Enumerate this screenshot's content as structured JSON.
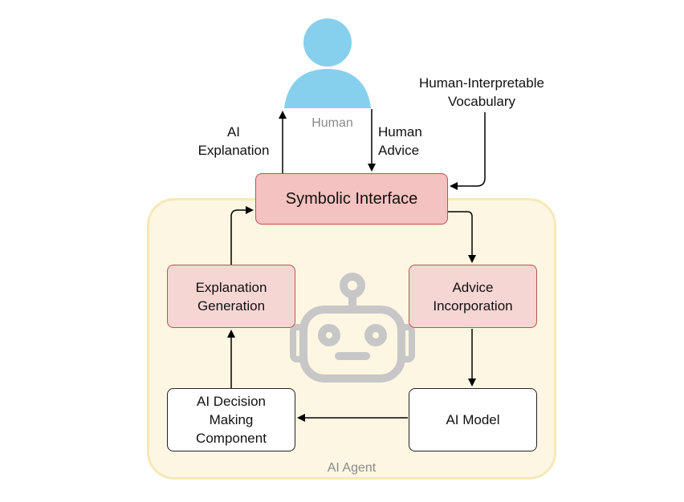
{
  "diagram": {
    "human": {
      "label": "Human"
    },
    "vocabulary_label": "Human-Interpretable\nVocabulary",
    "ai_explanation_label": "AI\nExplanation",
    "human_advice_label": "Human\nAdvice",
    "symbolic_interface": "Symbolic Interface",
    "explanation_generation": "Explanation\nGeneration",
    "advice_incorporation": "Advice\nIncorporation",
    "decision_making": "AI Decision\nMaking\nComponent",
    "ai_model": "AI Model",
    "agent_label": "AI Agent"
  },
  "colors": {
    "human_icon": "#86d0ee",
    "robot_icon": "#c7c7c7",
    "interface_fill": "#f4c2c0",
    "box_fill": "#f5d6d3",
    "box_border": "#c0504d",
    "agent_fill": "#fdf6e3"
  },
  "icons": [
    "person-icon",
    "robot-icon"
  ]
}
